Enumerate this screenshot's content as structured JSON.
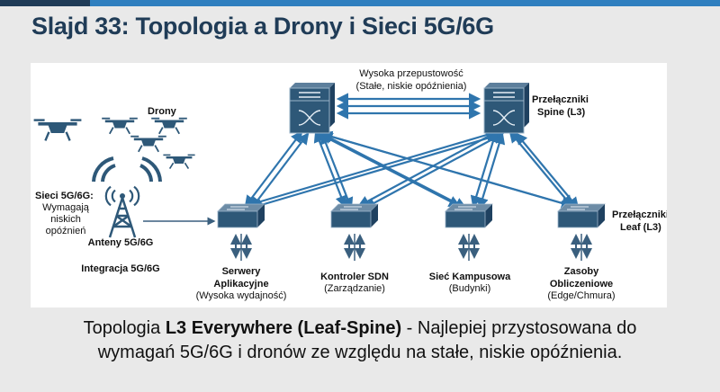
{
  "slide_title": "Slajd 33: Topologia a Drony i Sieci 5G/6G",
  "diagram": {
    "drones_label": "Drony",
    "network_label": "Sieci 5G/6G:",
    "network_note": [
      "Wymagają",
      "niskich",
      "opóźnień"
    ],
    "antenna_label": "Anteny 5G/6G",
    "integration_label": "Integracja 5G/6G",
    "bandwidth_label": "Wysoka przepustowość",
    "bandwidth_note": "(Stałe, niskie opóźnienia)",
    "spine_label": [
      "Przełączniki",
      "Spine (L3)"
    ],
    "leaf_label": [
      "Przełączniki",
      "Leaf (L3)"
    ],
    "leaves": [
      {
        "title": [
          "Serwery",
          "Aplikacyjne"
        ],
        "note": "(Wysoka wydajność)"
      },
      {
        "title": [
          "Kontroler SDN"
        ],
        "note": "(Zarządzanie)"
      },
      {
        "title": [
          "Sieć Kampusowa"
        ],
        "note": "(Budynki)"
      },
      {
        "title": [
          "Zasoby",
          "Obliczeniowe"
        ],
        "note": "(Edge/Chmura)"
      }
    ],
    "colors": {
      "device": "#2e5878",
      "link": "#2f75ad"
    }
  },
  "caption": {
    "prefix": "Topologia ",
    "bold": "L3 Everywhere (Leaf-Spine)",
    "suffix": " - Najlepiej przystosowana do",
    "line2": "wymagań 5G/6G i dronów ze względu na stałe, niskie opóźnienia."
  }
}
